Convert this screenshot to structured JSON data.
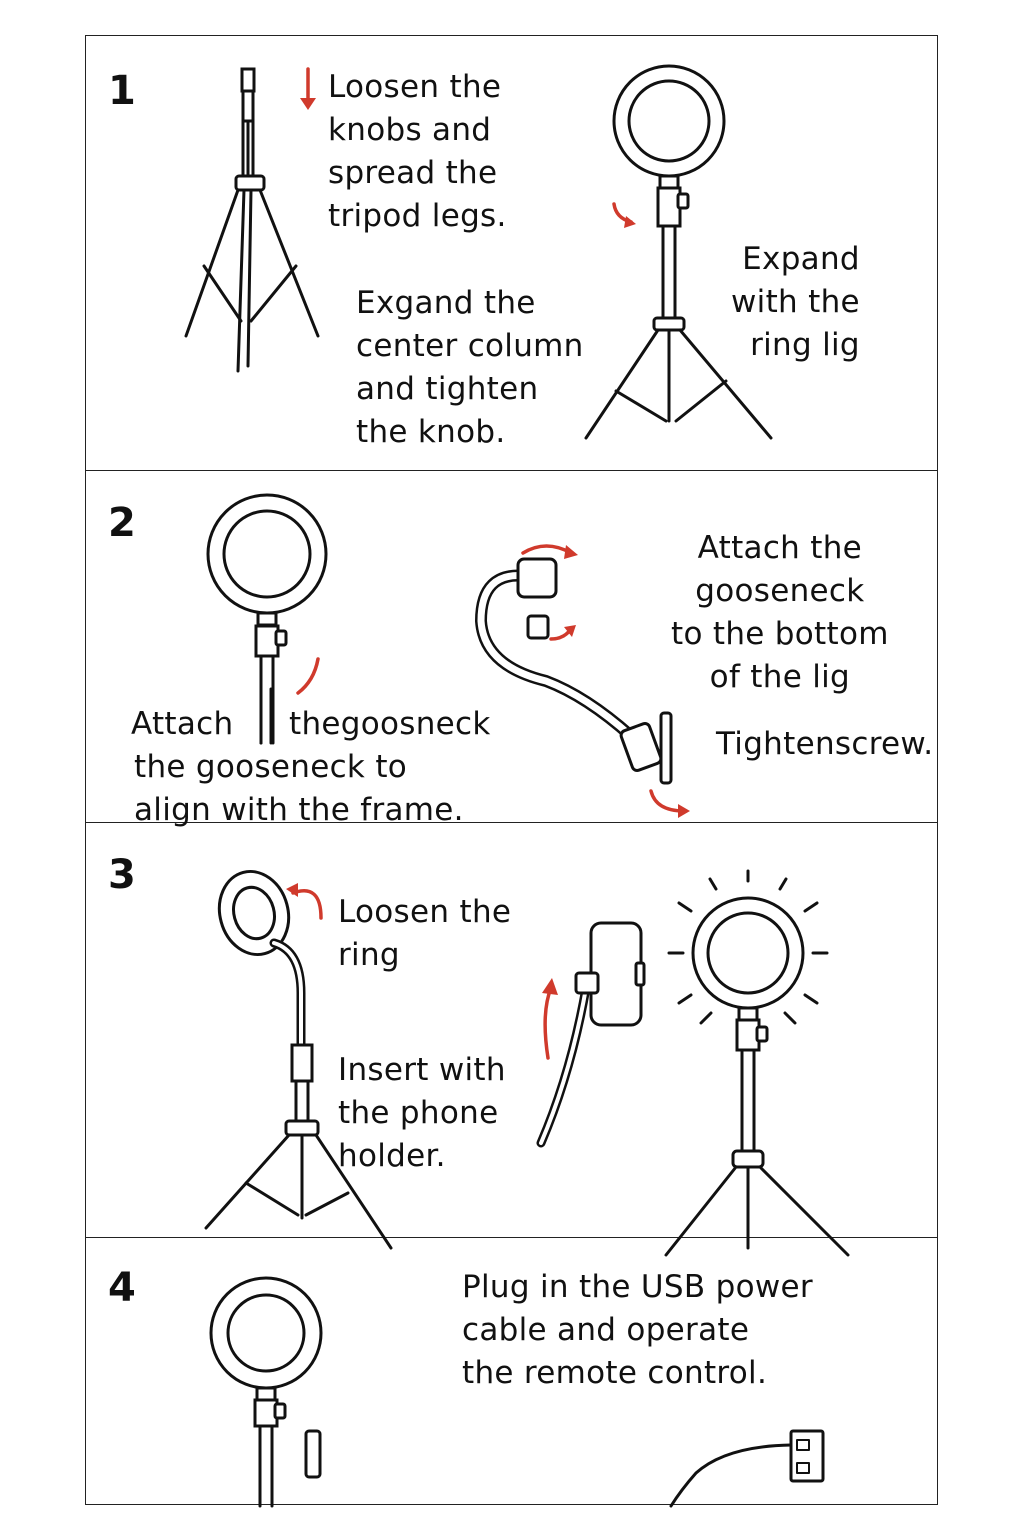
{
  "steps": [
    {
      "number": "1",
      "texts": [
        "Loosen the\nknobs and\nspread the\ntripod legs.",
        "Exgand the\ncenter column\nand tighten\nthe knob.",
        "Expand\nwith the\nring lig"
      ]
    },
    {
      "number": "2",
      "texts": [
        "Attach the\ngooseneck\nto the bottom\nof the lig",
        "Attach",
        "thegoosneck",
        "the gooseneck to\nalign with the frame.",
        "Tightenscrew."
      ]
    },
    {
      "number": "3",
      "texts": [
        "Loosen the\nring",
        "Insert with\nthe phone\nholder."
      ]
    },
    {
      "number": "4",
      "texts": [
        "Plug in the USB power\ncable and operate\nthe remote control."
      ]
    }
  ],
  "colors": {
    "accent": "#d03a2c",
    "line": "#111111"
  }
}
